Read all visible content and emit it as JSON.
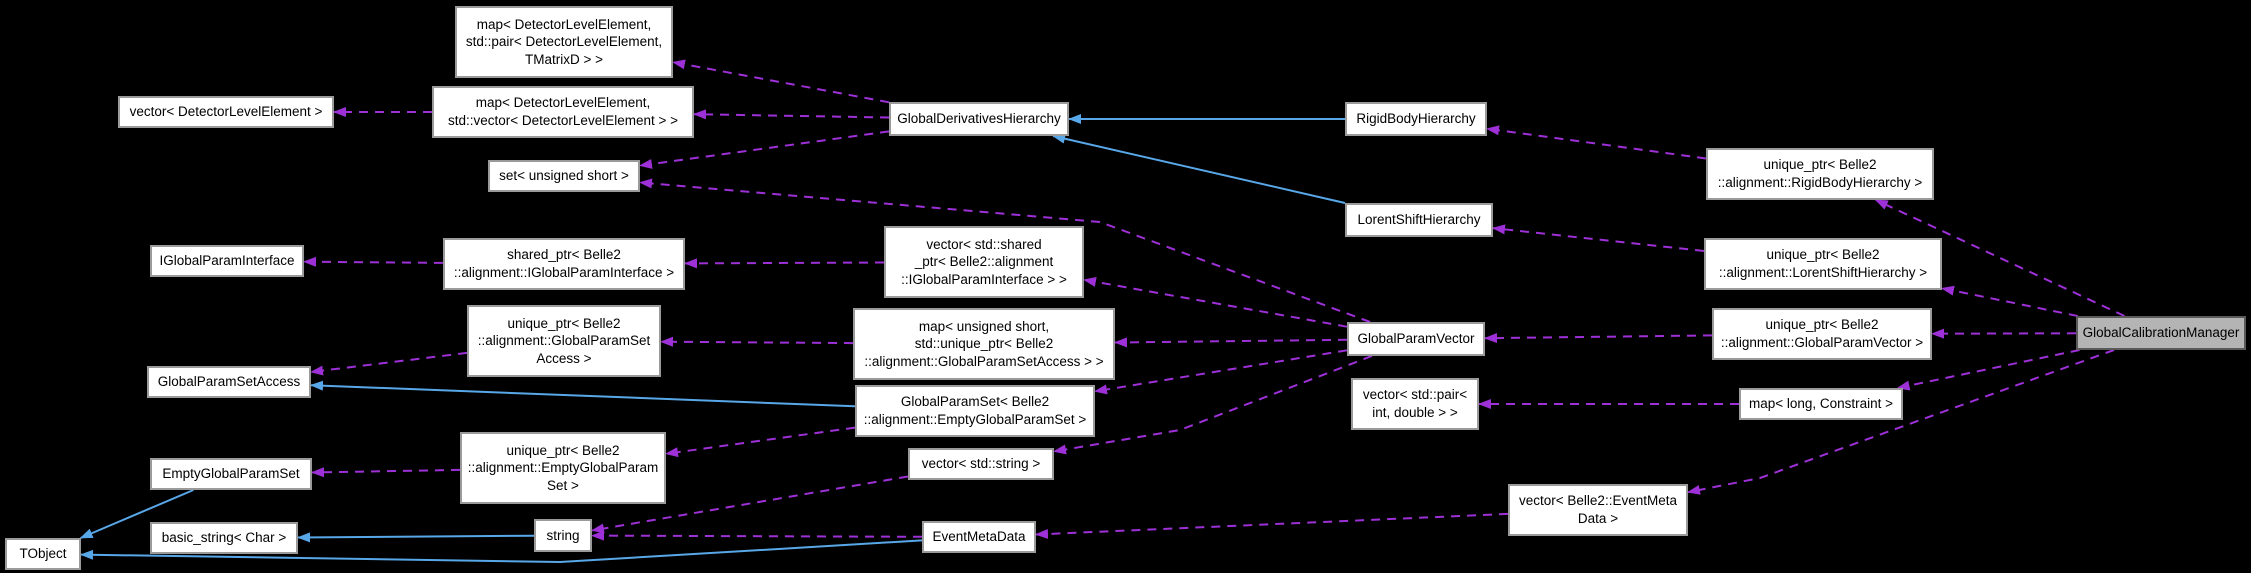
{
  "diagram": {
    "kind": "collaboration-graph",
    "focus_class": "GlobalCalibrationManager",
    "colors": {
      "background": "#000000",
      "usage_edge": "#9e30d8",
      "inheritance_edge": "#58a7e8",
      "node_fill": "#ffffff",
      "node_border": "#9a9a9a",
      "focus_fill": "#b4b4b4",
      "focus_border": "#5a5a5a",
      "text": "#000000"
    },
    "nodes": [
      {
        "id": "map-dle-pair",
        "lines": [
          "map< DetectorLevelElement,",
          " std::pair< DetectorLevelElement,",
          "TMatrixD > >"
        ],
        "focus": false
      },
      {
        "id": "vector-dle",
        "lines": [
          "vector< DetectorLevelElement >"
        ],
        "focus": false
      },
      {
        "id": "map-dle-vector",
        "lines": [
          "map< DetectorLevelElement,",
          " std::vector< DetectorLevelElement > >"
        ],
        "focus": false
      },
      {
        "id": "set-ushort",
        "lines": [
          "set< unsigned short >"
        ],
        "focus": false
      },
      {
        "id": "gdh",
        "lines": [
          "GlobalDerivativesHierarchy"
        ],
        "focus": false
      },
      {
        "id": "rbh",
        "lines": [
          "RigidBodyHierarchy"
        ],
        "focus": false
      },
      {
        "id": "lsh",
        "lines": [
          "LorentShiftHierarchy"
        ],
        "focus": false
      },
      {
        "id": "uptr-rbh",
        "lines": [
          "unique_ptr< Belle2",
          "::alignment::RigidBodyHierarchy >"
        ],
        "focus": false
      },
      {
        "id": "uptr-lsh",
        "lines": [
          "unique_ptr< Belle2",
          "::alignment::LorentShiftHierarchy >"
        ],
        "focus": false
      },
      {
        "id": "igpi",
        "lines": [
          "IGlobalParamInterface"
        ],
        "focus": false
      },
      {
        "id": "sptr-igpi",
        "lines": [
          "shared_ptr< Belle2",
          "::alignment::IGlobalParamInterface >"
        ],
        "focus": false
      },
      {
        "id": "vec-sptr-igpi",
        "lines": [
          "vector< std::shared",
          "_ptr< Belle2::alignment",
          "::IGlobalParamInterface > >"
        ],
        "focus": false
      },
      {
        "id": "uptr-gpsa",
        "lines": [
          "unique_ptr< Belle2",
          "::alignment::GlobalParamSet",
          "Access >"
        ],
        "focus": false
      },
      {
        "id": "map-ushort-gpsa",
        "lines": [
          "map< unsigned short,",
          " std::unique_ptr< Belle2",
          "::alignment::GlobalParamSetAccess > >"
        ],
        "focus": false
      },
      {
        "id": "gpsa",
        "lines": [
          "GlobalParamSetAccess"
        ],
        "focus": false
      },
      {
        "id": "gps-empty",
        "lines": [
          "GlobalParamSet< Belle2",
          "::alignment::EmptyGlobalParamSet >"
        ],
        "focus": false
      },
      {
        "id": "gpv",
        "lines": [
          "GlobalParamVector"
        ],
        "focus": false
      },
      {
        "id": "uptr-gpv",
        "lines": [
          "unique_ptr< Belle2",
          "::alignment::GlobalParamVector >"
        ],
        "focus": false
      },
      {
        "id": "vec-pair-int-double",
        "lines": [
          "vector< std::pair<",
          "int, double > >"
        ],
        "focus": false
      },
      {
        "id": "map-long-constraint",
        "lines": [
          "map< long, Constraint >"
        ],
        "focus": false
      },
      {
        "id": "empty-gps",
        "lines": [
          "EmptyGlobalParamSet"
        ],
        "focus": false
      },
      {
        "id": "uptr-empty-gps",
        "lines": [
          "unique_ptr< Belle2",
          "::alignment::EmptyGlobalParam",
          "Set >"
        ],
        "focus": false
      },
      {
        "id": "vector-string",
        "lines": [
          "vector< std::string >"
        ],
        "focus": false
      },
      {
        "id": "string",
        "lines": [
          "string"
        ],
        "focus": false
      },
      {
        "id": "basic-string",
        "lines": [
          "basic_string< Char >"
        ],
        "focus": false
      },
      {
        "id": "tobject",
        "lines": [
          "TObject"
        ],
        "focus": false
      },
      {
        "id": "emd",
        "lines": [
          "EventMetaData"
        ],
        "focus": false
      },
      {
        "id": "vec-emd",
        "lines": [
          "vector< Belle2::EventMeta",
          "Data >"
        ],
        "focus": false
      },
      {
        "id": "gcm",
        "lines": [
          "GlobalCalibrationManager"
        ],
        "focus": true
      }
    ],
    "edges": [
      {
        "from": "rbh",
        "to": "gdh",
        "relation": "inherits"
      },
      {
        "from": "lsh",
        "to": "gdh",
        "relation": "inherits"
      },
      {
        "from": "gps-empty",
        "to": "gpsa",
        "relation": "inherits"
      },
      {
        "from": "empty-gps",
        "to": "tobject",
        "relation": "inherits"
      },
      {
        "from": "string",
        "to": "basic-string",
        "relation": "inherits"
      },
      {
        "from": "emd",
        "to": "tobject",
        "relation": "inherits"
      },
      {
        "from": "gdh",
        "to": "map-dle-pair",
        "relation": "uses"
      },
      {
        "from": "gdh",
        "to": "map-dle-vector",
        "relation": "uses"
      },
      {
        "from": "gdh",
        "to": "set-ushort",
        "relation": "uses"
      },
      {
        "from": "map-dle-vector",
        "to": "vector-dle",
        "relation": "uses"
      },
      {
        "from": "uptr-rbh",
        "to": "rbh",
        "relation": "uses"
      },
      {
        "from": "uptr-lsh",
        "to": "lsh",
        "relation": "uses"
      },
      {
        "from": "gcm",
        "to": "uptr-rbh",
        "relation": "uses"
      },
      {
        "from": "gcm",
        "to": "uptr-lsh",
        "relation": "uses"
      },
      {
        "from": "gcm",
        "to": "uptr-gpv",
        "relation": "uses"
      },
      {
        "from": "gcm",
        "to": "map-long-constraint",
        "relation": "uses"
      },
      {
        "from": "gcm",
        "to": "vec-emd",
        "relation": "uses"
      },
      {
        "from": "uptr-gpv",
        "to": "gpv",
        "relation": "uses"
      },
      {
        "from": "map-long-constraint",
        "to": "vec-pair-int-double",
        "relation": "uses"
      },
      {
        "from": "gpv",
        "to": "set-ushort",
        "relation": "uses"
      },
      {
        "from": "gpv",
        "to": "vec-sptr-igpi",
        "relation": "uses"
      },
      {
        "from": "gpv",
        "to": "map-ushort-gpsa",
        "relation": "uses"
      },
      {
        "from": "gpv",
        "to": "gps-empty",
        "relation": "uses"
      },
      {
        "from": "gpv",
        "to": "vector-string",
        "relation": "uses"
      },
      {
        "from": "vec-sptr-igpi",
        "to": "sptr-igpi",
        "relation": "uses"
      },
      {
        "from": "sptr-igpi",
        "to": "igpi",
        "relation": "uses"
      },
      {
        "from": "map-ushort-gpsa",
        "to": "uptr-gpsa",
        "relation": "uses"
      },
      {
        "from": "uptr-gpsa",
        "to": "gpsa",
        "relation": "uses"
      },
      {
        "from": "gps-empty",
        "to": "uptr-empty-gps",
        "relation": "uses"
      },
      {
        "from": "uptr-empty-gps",
        "to": "empty-gps",
        "relation": "uses"
      },
      {
        "from": "vec-emd",
        "to": "emd",
        "relation": "uses"
      },
      {
        "from": "emd",
        "to": "string",
        "relation": "uses"
      },
      {
        "from": "vector-string",
        "to": "string",
        "relation": "uses"
      }
    ]
  }
}
